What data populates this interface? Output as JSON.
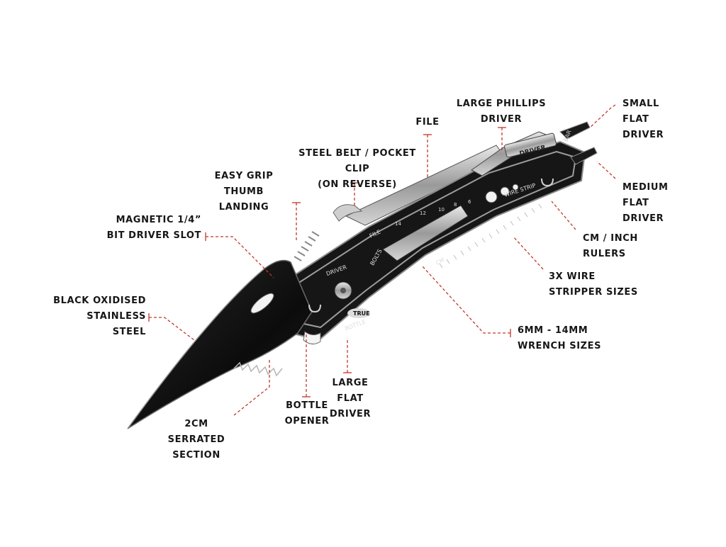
{
  "callouts": {
    "small_flat_driver": "SMALL\nFLAT\nDRIVER",
    "large_phillips_driver": "LARGE PHILLIPS\nDRIVER",
    "file": "FILE",
    "steel_belt_clip": "STEEL BELT / POCKET CLIP\n(ON REVERSE)",
    "easy_grip": "EASY GRIP\nTHUMB LANDING",
    "magnetic_bit_slot": "MAGNETIC 1/4”\nBIT DRIVER SLOT",
    "medium_flat_driver": "MEDIUM\nFLAT\nDRIVER",
    "rulers": "CM / INCH\nRULERS",
    "wire_stripper": "3X WIRE\nSTRIPPER SIZES",
    "black_oxidised": "BLACK OXIDISED\nSTAINLESS STEEL",
    "wrench_sizes": "6MM - 14MM\nWRENCH SIZES",
    "large_flat_driver": "LARGE FLAT\nDRIVER",
    "bottle_opener": "BOTTLE\nOPENER",
    "serrated_section": "2CM SERRATED\nSECTION"
  },
  "tool_markings": {
    "driver": "DRIVER",
    "bar": "BAR",
    "wire_strip": "WIRE STRIP",
    "file": "FILE",
    "bolts": "BOLTS",
    "cm": "CM",
    "bottle": "BOTTLE",
    "brand": "TRUE",
    "wrench_14": "14",
    "wrench_12": "12",
    "wrench_10": "10",
    "wrench_8": "8",
    "wrench_6": "6"
  },
  "colors": {
    "leader": "#c0392b",
    "body": "#161616",
    "steel": "#b9b9b9",
    "text": "#161616"
  }
}
